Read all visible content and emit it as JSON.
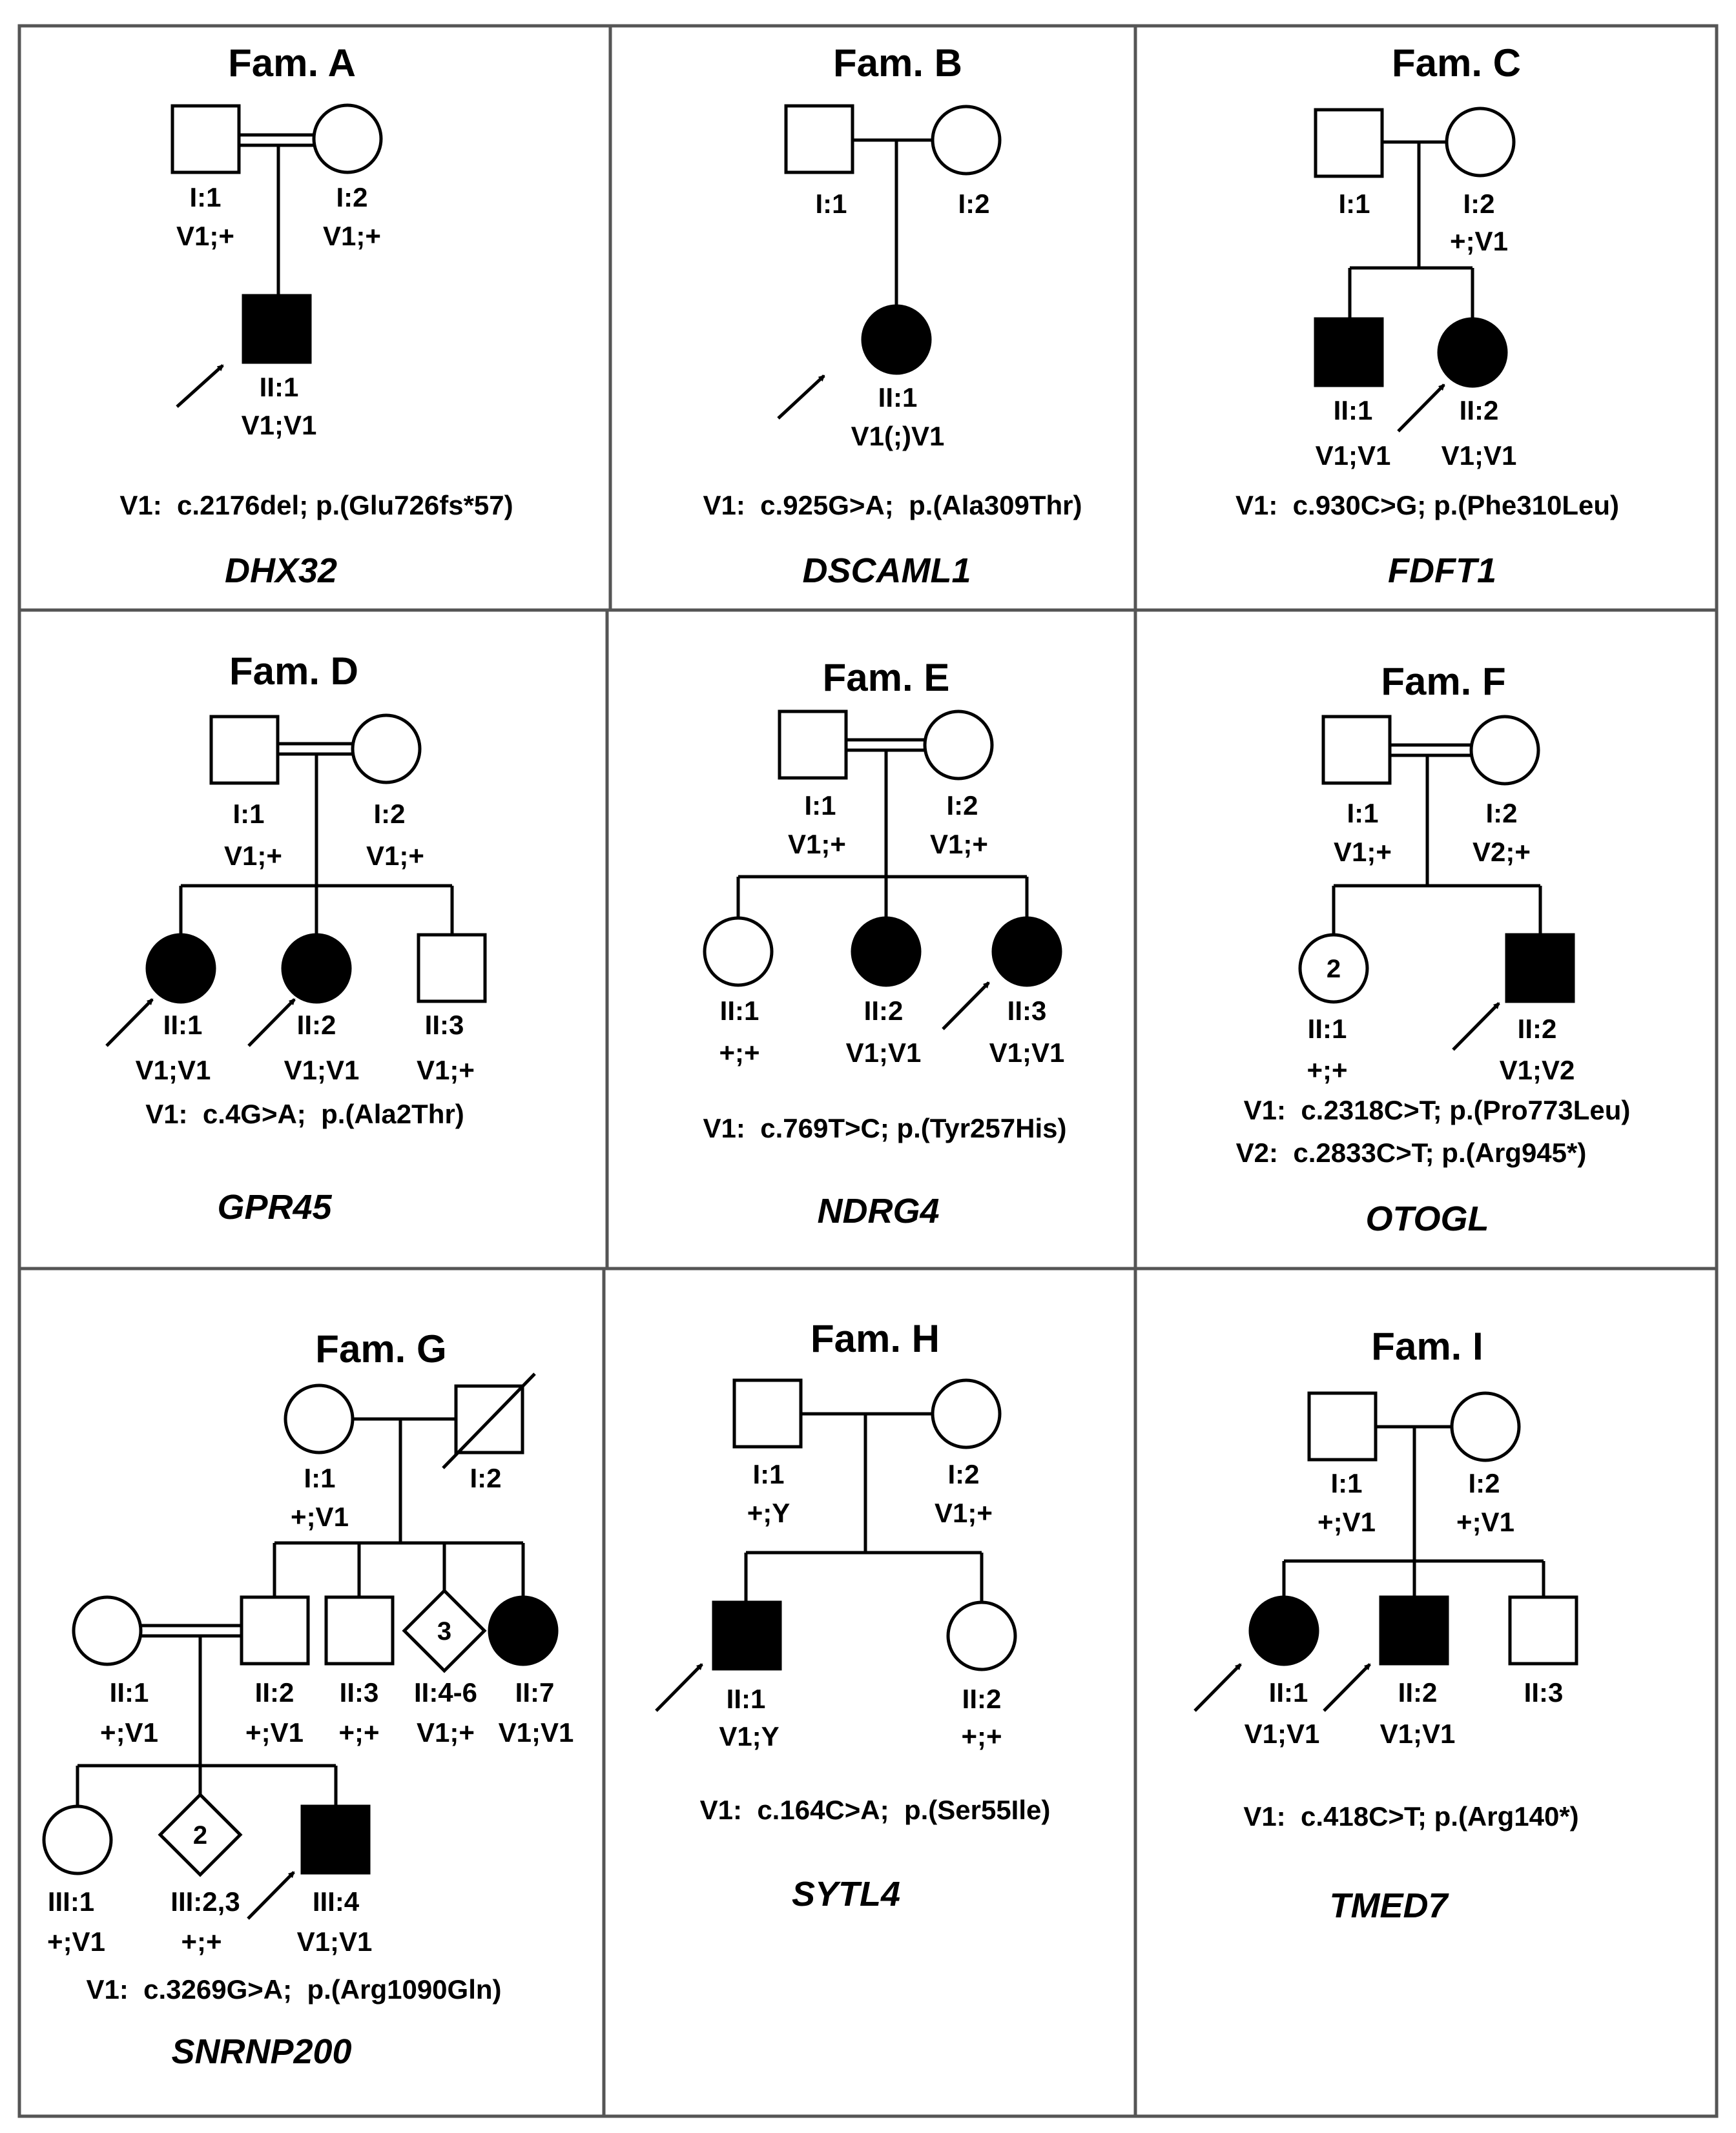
{
  "colors": {
    "affected": "#000000",
    "unaffected": "#ffffff",
    "line": "#000000",
    "border": "#555555"
  },
  "families": {
    "A": {
      "title": "Fam. A",
      "I1": {
        "id": "I:1",
        "gt": "V1;+"
      },
      "I2": {
        "id": "I:2",
        "gt": "V1;+"
      },
      "II1": {
        "id": "II:1",
        "gt": "V1;V1"
      },
      "variants": [
        "V1:  c.2176del; p.(Glu726fs*57)"
      ],
      "gene": "DHX32"
    },
    "B": {
      "title": "Fam. B",
      "I1": {
        "id": "I:1"
      },
      "I2": {
        "id": "I:2"
      },
      "II1": {
        "id": "II:1",
        "gt": "V1(;)V1"
      },
      "variants": [
        "V1:  c.925G>A;  p.(Ala309Thr)"
      ],
      "gene": "DSCAML1"
    },
    "C": {
      "title": "Fam. C",
      "I1": {
        "id": "I:1"
      },
      "I2": {
        "id": "I:2",
        "gt": "+;V1"
      },
      "II1": {
        "id": "II:1",
        "gt": "V1;V1"
      },
      "II2": {
        "id": "II:2",
        "gt": "V1;V1"
      },
      "variants": [
        "V1:  c.930C>G; p.(Phe310Leu)"
      ],
      "gene": "FDFT1"
    },
    "D": {
      "title": "Fam. D",
      "I1": {
        "id": "I:1",
        "gt": "V1;+"
      },
      "I2": {
        "id": "I:2",
        "gt": "V1;+"
      },
      "II1": {
        "id": "II:1",
        "gt": "V1;V1"
      },
      "II2": {
        "id": "II:2",
        "gt": "V1;V1"
      },
      "II3": {
        "id": "II:3",
        "gt": "V1;+"
      },
      "variants": [
        "V1:  c.4G>A;  p.(Ala2Thr)"
      ],
      "gene": "GPR45"
    },
    "E": {
      "title": "Fam. E",
      "I1": {
        "id": "I:1",
        "gt": "V1;+"
      },
      "I2": {
        "id": "I:2",
        "gt": "V1;+"
      },
      "II1": {
        "id": "II:1",
        "gt": "+;+"
      },
      "II2": {
        "id": "II:2",
        "gt": "V1;V1"
      },
      "II3": {
        "id": "II:3",
        "gt": "V1;V1"
      },
      "variants": [
        "V1:  c.769T>C; p.(Tyr257His)"
      ],
      "gene": "NDRG4"
    },
    "F": {
      "title": "Fam. F",
      "I1": {
        "id": "I:1",
        "gt": "V1;+"
      },
      "I2": {
        "id": "I:2",
        "gt": "V2;+"
      },
      "II1": {
        "id": "II:1",
        "gt": "+;+",
        "count": "2"
      },
      "II2": {
        "id": "II:2",
        "gt": "V1;V2"
      },
      "variants": [
        "V1:  c.2318C>T; p.(Pro773Leu)",
        "V2:  c.2833C>T; p.(Arg945*)"
      ],
      "gene": "OTOGL"
    },
    "G": {
      "title": "Fam. G",
      "I1": {
        "id": "I:1",
        "gt": "+;V1"
      },
      "I2": {
        "id": "I:2"
      },
      "II1": {
        "id": "II:1",
        "gt": "+;V1"
      },
      "II2": {
        "id": "II:2",
        "gt": "+;V1"
      },
      "II3": {
        "id": "II:3",
        "gt": "+;+"
      },
      "II46": {
        "id": "II:4-6",
        "gt": "V1;+",
        "count": "3"
      },
      "II7": {
        "id": "II:7",
        "gt": "V1;V1"
      },
      "III1": {
        "id": "III:1",
        "gt": "+;V1"
      },
      "III23": {
        "id": "III:2,3",
        "gt": "+;+",
        "count": "2"
      },
      "III4": {
        "id": "III:4",
        "gt": "V1;V1"
      },
      "variants": [
        "V1:  c.3269G>A;  p.(Arg1090Gln)"
      ],
      "gene": "SNRNP200"
    },
    "H": {
      "title": "Fam. H",
      "I1": {
        "id": "I:1",
        "gt": "+;Y"
      },
      "I2": {
        "id": "I:2",
        "gt": "V1;+"
      },
      "II1": {
        "id": "II:1",
        "gt": "V1;Y"
      },
      "II2": {
        "id": "II:2",
        "gt": "+;+"
      },
      "variants": [
        "V1:  c.164C>A;  p.(Ser55Ile)"
      ],
      "gene": "SYTL4"
    },
    "I": {
      "title": "Fam. I",
      "I1": {
        "id": "I:1",
        "gt": "+;V1"
      },
      "I2": {
        "id": "I:2",
        "gt": "+;V1"
      },
      "II1": {
        "id": "II:1",
        "gt": "V1;V1"
      },
      "II2": {
        "id": "II:2",
        "gt": "V1;V1"
      },
      "II3": {
        "id": "II:3"
      },
      "variants": [
        "V1:  c.418C>T; p.(Arg140*)"
      ],
      "gene": "TMED7"
    }
  }
}
